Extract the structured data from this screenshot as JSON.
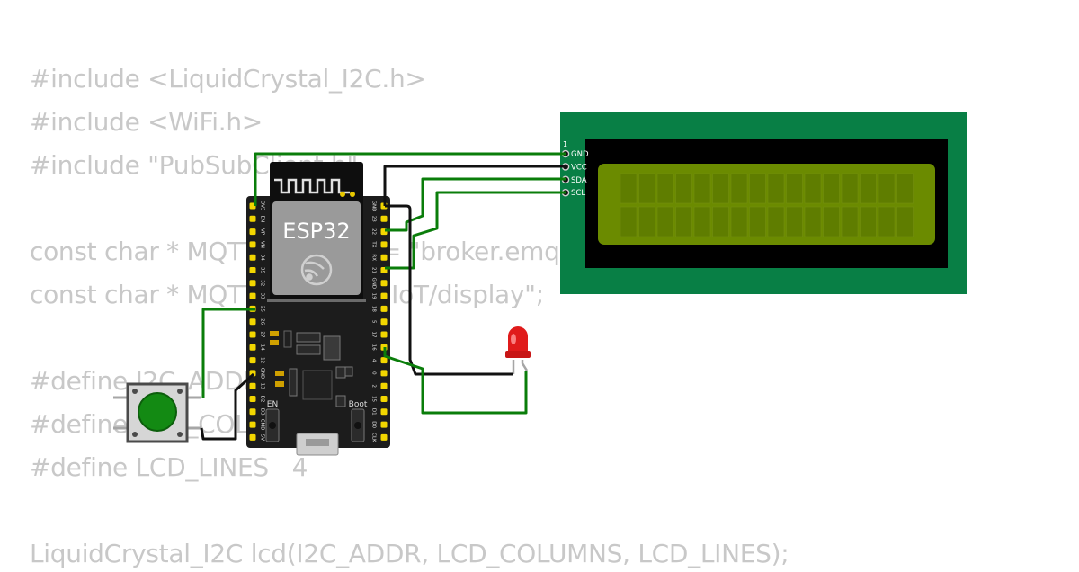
{
  "code": {
    "lines": [
      "#include <LiquidCrystal_I2C.h>",
      "#include <WiFi.h>",
      "#include \"PubSubClient.h\"",
      "",
      "const char * MQTT_BROKER = \"broker.emqx.io\";",
      "const char * MQTT_TOPIC = \"IoT/display\";",
      "",
      "#define I2C_ADDR    0x27",
      "#define LCD_COLUMNS 20",
      "#define LCD_LINES   4",
      "",
      "LiquidCrystal_I2C lcd(I2C_ADDR, LCD_COLUMNS, LCD_LINES);"
    ]
  },
  "esp32": {
    "title": "ESP32",
    "left_pins": [
      "3V3",
      "EN",
      "VP",
      "VN",
      "34",
      "35",
      "32",
      "33",
      "25",
      "26",
      "27",
      "14",
      "12",
      "GND",
      "13",
      "D2",
      "D3",
      "CMD",
      "5V"
    ],
    "right_pins": [
      "GND",
      "23",
      "22",
      "TX",
      "RX",
      "21",
      "GND",
      "19",
      "18",
      "5",
      "17",
      "16",
      "4",
      "0",
      "2",
      "15",
      "D1",
      "D0",
      "CLK"
    ],
    "en_label": "EN",
    "boot_label": "Boot"
  },
  "lcd": {
    "pin1_label": "1",
    "pins": [
      "GND",
      "VCC",
      "SDA",
      "SCL"
    ]
  },
  "colors": {
    "wire_green": "#0a7d0a",
    "wire_black": "#111111",
    "lcd_pcb": "#087f45",
    "lcd_screen": "#6b8b00",
    "led_red": "#e01b1b",
    "button_cap": "#138a13"
  }
}
